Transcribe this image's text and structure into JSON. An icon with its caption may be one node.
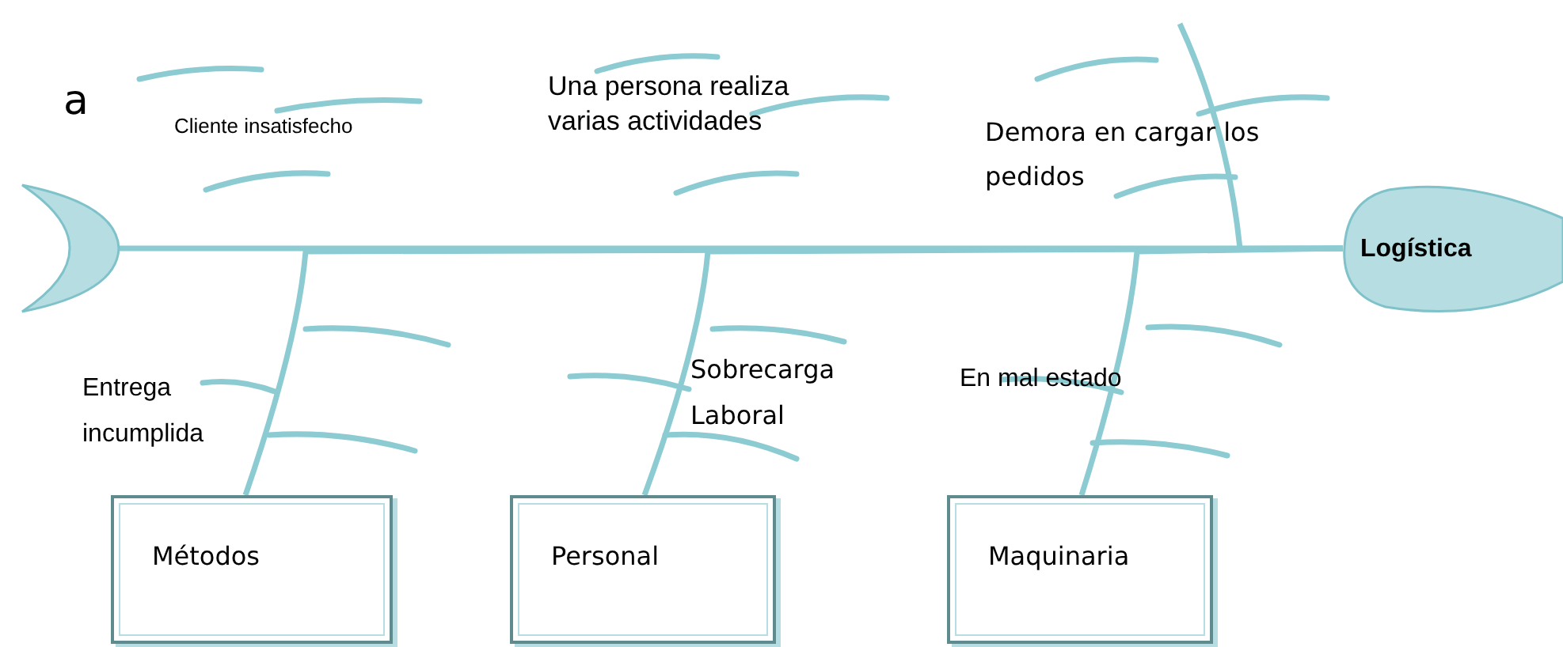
{
  "diagram": {
    "nodes": [
      {
        "text": [],
        "shape": "crescent"
      },
      {
        "text": [
          "Logística"
        ]
      },
      {
        "text": [
          "Métodos"
        ]
      },
      {
        "text": [
          "Personal"
        ]
      },
      {
        "text": [
          "Maquinaria"
        ]
      }
    ],
    "edges": [
      {
        "from": 0,
        "to": 1,
        "arrow": "none"
      },
      {
        "from": 2,
        "to": 1,
        "arrow": "none"
      },
      {
        "from": 3,
        "to": 1,
        "arrow": "none"
      },
      {
        "from": 4,
        "to": 1,
        "arrow": "none"
      }
    ],
    "labels": [
      "a",
      "Cliente insatisfecho",
      "Una persona realiza varias actividades",
      "Demora en cargar los pedidos",
      "Entrega incumplida",
      "Sobrecarga Laboral",
      "En mal estado"
    ]
  }
}
